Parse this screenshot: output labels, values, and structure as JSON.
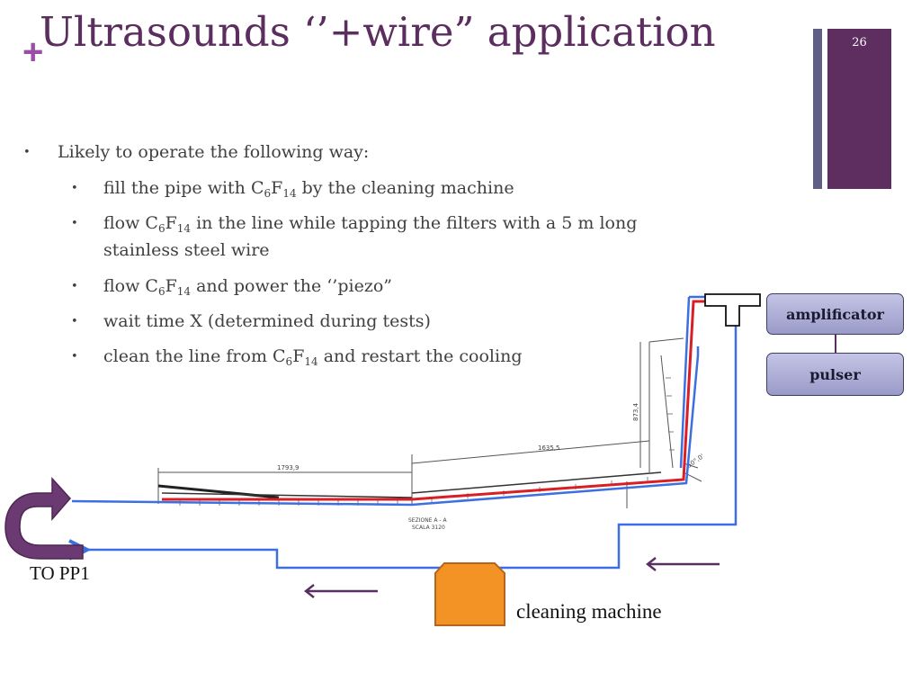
{
  "slide": {
    "plus_symbol": "+",
    "title": "Ultrasounds ‘’+wire” application",
    "slide_number": "26",
    "colors": {
      "title": "#5b2e5f",
      "plus": "#9b4ea6",
      "accent_bar_thin": "#5f5f86",
      "accent_bar_wide": "#5f2e60",
      "text": "#404040"
    }
  },
  "bullets": {
    "main": "Likely to operate the following way:",
    "sub": [
      {
        "pre": "fill the pipe with C",
        "s1": "6",
        "mid": "F",
        "s2": "14",
        "post": " by the cleaning machine"
      },
      {
        "pre": "flow C",
        "s1": "6",
        "mid": "F",
        "s2": "14",
        "post": " in the line while tapping the filters with a 5 m long",
        "cont": "stainless steel wire"
      },
      {
        "pre": "flow C",
        "s1": "6",
        "mid": "F",
        "s2": "14",
        "post": " and power the ‘’piezo”"
      },
      {
        "text": "wait time X (determined during tests)"
      },
      {
        "pre": "clean the line from C",
        "s1": "6",
        "mid": "F",
        "s2": "14",
        "post": " and restart the cooling"
      }
    ]
  },
  "diagram": {
    "amplificator_label": "amplificator",
    "pulser_label": "pulser",
    "to_pp1_label": "TO PP1",
    "cleaning_machine_label": "cleaning machine",
    "drawing": {
      "dim_1": "1793,9",
      "dim_2": "1635,5",
      "dim_3": "873,4",
      "dim_4": "50°,0'",
      "section_1": "SEZIONE A - A",
      "section_2": "SCALA 3120"
    },
    "colors": {
      "blue_line": "#3c6fe0",
      "red_line": "#d81f26",
      "arrow": "#5a2e62",
      "machine": "#f39325",
      "machine_border": "#b5651d",
      "box_fill": "#a9a9d4"
    }
  }
}
